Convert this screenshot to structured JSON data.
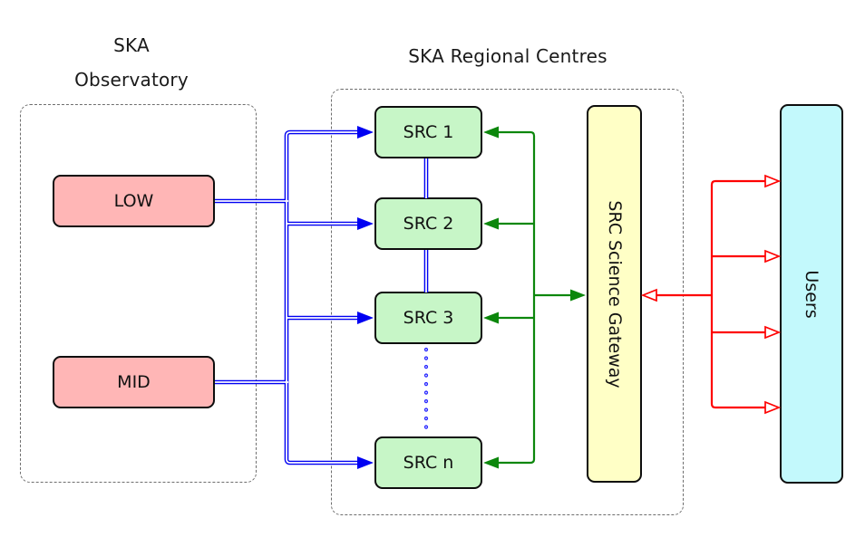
{
  "observatory": {
    "title": [
      "SKA",
      "Observatory"
    ],
    "low_label": "LOW",
    "mid_label": "MID"
  },
  "regional_centres": {
    "title": "SKA Regional Centres",
    "src_labels": [
      "SRC 1",
      "SRC 2",
      "SRC 3",
      "SRC n"
    ],
    "gateway_label": "SRC Science Gateway"
  },
  "users": {
    "label": "Users"
  },
  "colors": {
    "observatory_node_fill": "#ffb6b6",
    "src_node_fill": "#c7f6c7",
    "gateway_node_fill": "#ffffc6",
    "users_node_fill": "#c3f9fc",
    "node_border": "#0d0d0d",
    "container_dash": "#6e6e6e",
    "telescope_link": "#0000f2",
    "gateway_link": "#0c870c",
    "user_link": "#fe0000"
  }
}
